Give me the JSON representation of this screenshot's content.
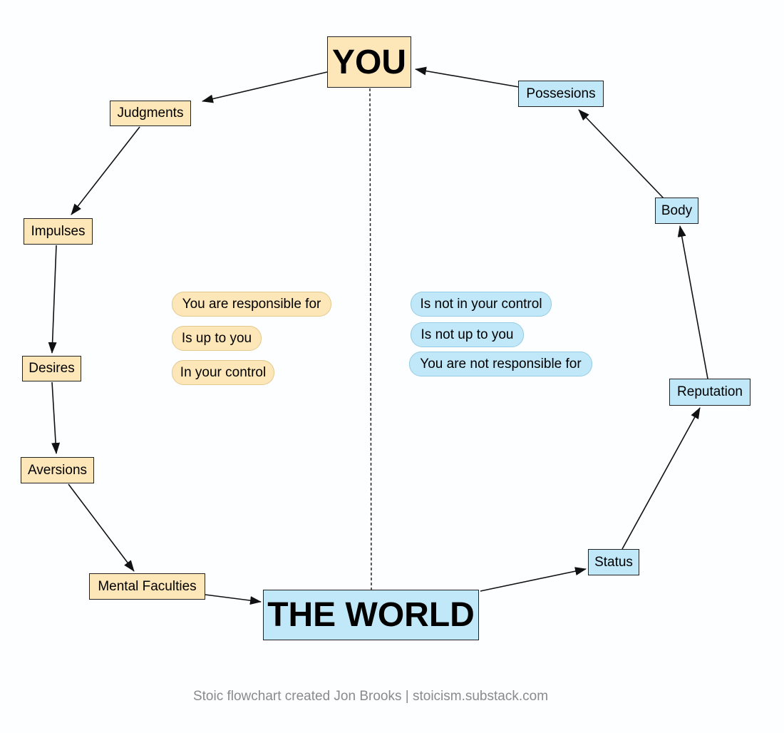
{
  "diagram": {
    "hub_top": "YOU",
    "hub_bottom": "THE WORLD",
    "left_cycle": [
      "Judgments",
      "Impulses",
      "Desires",
      "Aversions",
      "Mental Faculties"
    ],
    "right_cycle": [
      "Status",
      "Reputation",
      "Body",
      "Possesions"
    ],
    "left_notes": [
      "You are responsible for",
      "Is up to you",
      "In your control"
    ],
    "right_notes": [
      "Is not in your control",
      "Is not up to you",
      "You are not responsible for"
    ],
    "credit": "Stoic flowchart created Jon Brooks | stoicism.substack.com",
    "colors": {
      "warm_fill": "#fde7b9",
      "cool_fill": "#c1e8f8",
      "stroke": "#222222",
      "credit_text": "#8a8a8a"
    }
  }
}
